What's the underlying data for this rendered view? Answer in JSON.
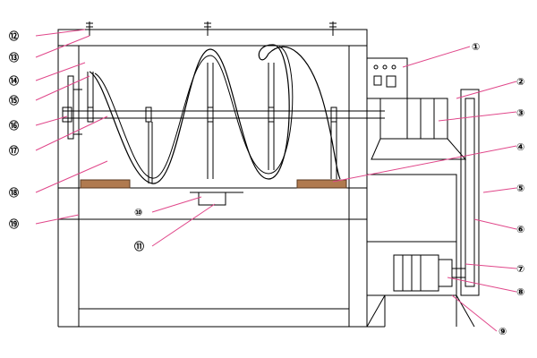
{
  "colors": {
    "line": "#000000",
    "leader": "#e0478a",
    "liner": "#b07a4f",
    "liner_stroke": "#5a3a20"
  },
  "callouts": [
    {
      "id": "1",
      "label": "①"
    },
    {
      "id": "2",
      "label": "②"
    },
    {
      "id": "3",
      "label": "③"
    },
    {
      "id": "4",
      "label": "④"
    },
    {
      "id": "5",
      "label": "⑤"
    },
    {
      "id": "6",
      "label": "⑥"
    },
    {
      "id": "7",
      "label": "⑦"
    },
    {
      "id": "8",
      "label": "⑧"
    },
    {
      "id": "9",
      "label": "⑨"
    },
    {
      "id": "10",
      "label": "⑩"
    },
    {
      "id": "11",
      "label": "⑪"
    },
    {
      "id": "12",
      "label": "⑫"
    },
    {
      "id": "13",
      "label": "⑬"
    },
    {
      "id": "14",
      "label": "⑭"
    },
    {
      "id": "15",
      "label": "⑮"
    },
    {
      "id": "16",
      "label": "⑯"
    },
    {
      "id": "17",
      "label": "⑰"
    },
    {
      "id": "18",
      "label": "⑱"
    },
    {
      "id": "19",
      "label": "⑲"
    }
  ]
}
